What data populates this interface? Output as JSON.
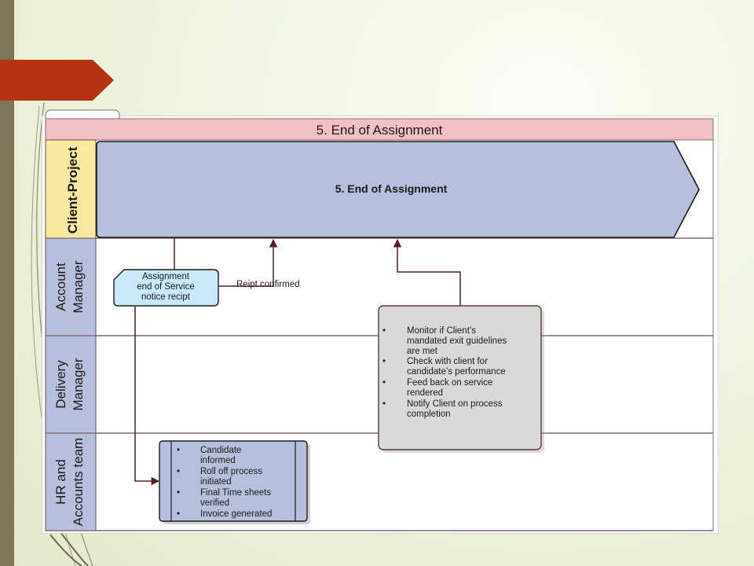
{
  "phase_header": "5. End of Assignment",
  "lanes": [
    {
      "line1": "Client-Project",
      "line2": ""
    },
    {
      "line1": "Account",
      "line2": "Manager"
    },
    {
      "line1": "Delivery",
      "line2": "Manager"
    },
    {
      "line1": "HR and",
      "line2": "Accounts team"
    }
  ],
  "phase_arrow_label": "5. End of Assignment",
  "account_box": [
    "Assignment",
    "end of Service",
    "notice recipt"
  ],
  "receipt_label": "Reipt confirmed",
  "delivery_box": [
    [
      "Monitor if Client’s",
      "mandated exit guidelines",
      "are met"
    ],
    [
      "Check with client for",
      "candidate’s performance"
    ],
    [
      "Feed back on service",
      "rendered"
    ],
    [
      "Notify Client on process",
      "completion"
    ]
  ],
  "hr_box": [
    [
      "Candidate",
      "informed"
    ],
    [
      "Roll off process",
      "initiated"
    ],
    [
      "Final Time sheets",
      "verified"
    ],
    [
      "Invoice generated"
    ]
  ],
  "colors": {
    "header_fill": "#f2c0c4",
    "client_lane_fill": "#fbe8a0",
    "lane_label_fill": "#b6c0dc",
    "phase_arrow_fill": "#b6c0dc",
    "account_box_fill": "#c9e9fb",
    "delivery_box_fill": "#d9d9d9",
    "hr_box_fill": "#b6c0dc",
    "tab_fill": "#b53312",
    "connector": "#5a1d1d"
  }
}
